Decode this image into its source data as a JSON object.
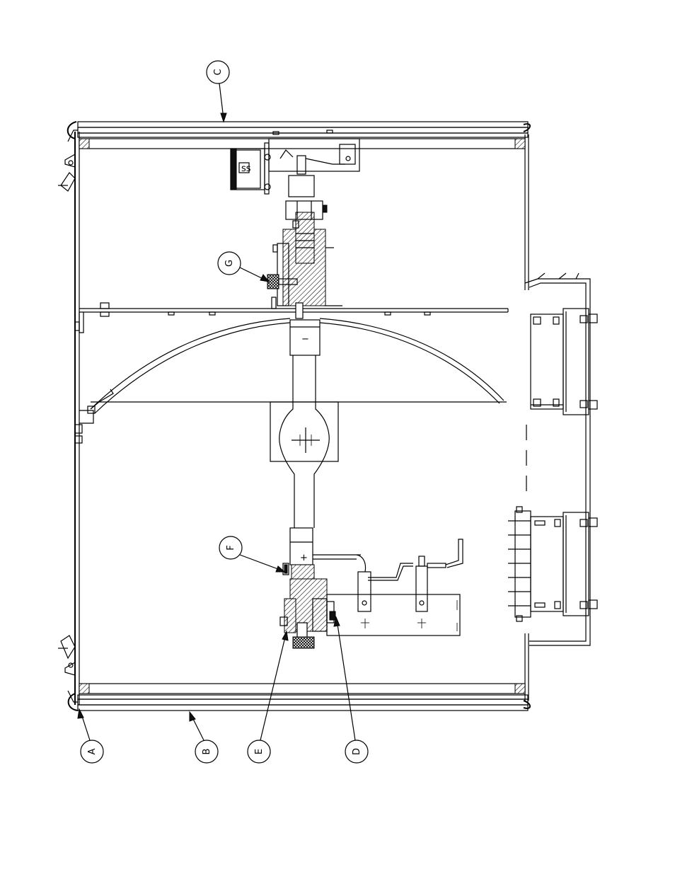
{
  "callouts": [
    {
      "id": "A",
      "label": "A"
    },
    {
      "id": "B",
      "label": "B"
    },
    {
      "id": "C",
      "label": "C"
    },
    {
      "id": "D",
      "label": "D"
    },
    {
      "id": "E",
      "label": "E"
    },
    {
      "id": "F",
      "label": "F"
    },
    {
      "id": "G",
      "label": "G"
    }
  ],
  "lamp_markings": {
    "negative": "−",
    "positive": "+"
  }
}
